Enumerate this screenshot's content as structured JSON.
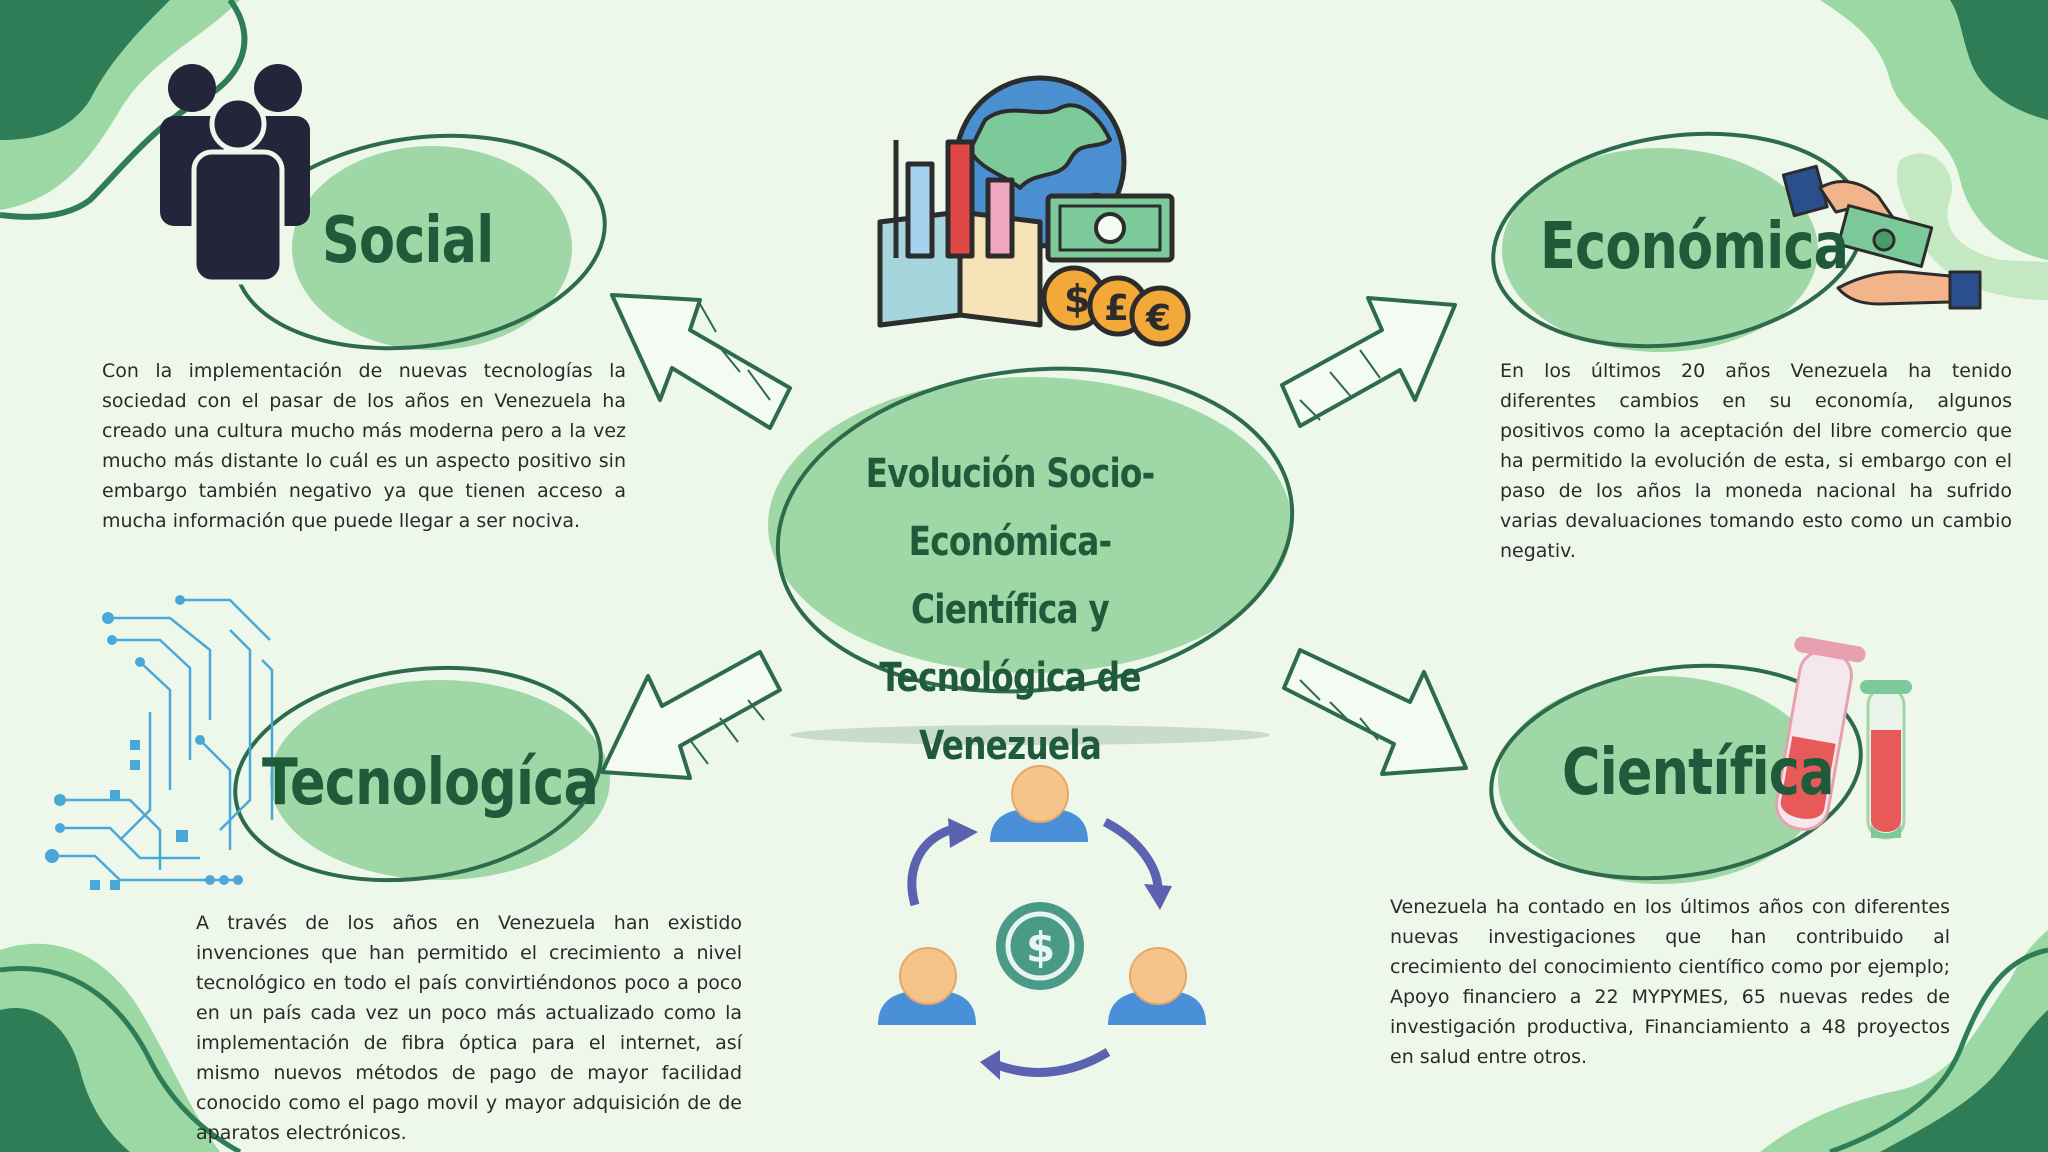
{
  "center": {
    "title_lines": [
      "Evolución Socio-",
      "Económica- Científica y",
      "Tecnológica de Venezuela"
    ]
  },
  "social": {
    "heading": "Social",
    "text": "Con la implementación de nuevas tecnologías la sociedad con el pasar de los años en Venezuela ha creado una cultura mucho más moderna pero a la vez mucho más distante lo cuál es un aspecto positivo sin embargo también negativo ya que tienen acceso a mucha información que puede llegar a ser nociva."
  },
  "economica": {
    "heading": "Económica",
    "text": "En los últimos 20 años Venezuela ha tenido diferentes cambios en su economía, algunos positivos como la aceptación del libre comercio que ha permitido la evolución de esta, si embargo con el paso de los años la moneda nacional ha sufrido varias devaluaciones tomando esto como un cambio negativ."
  },
  "tecnologica": {
    "heading": "Tecnologíca",
    "text": "A través de los años en Venezuela han existido invenciones que han permitido el crecimiento a nivel tecnológico en todo el país convirtiéndonos poco a poco en un país cada vez un poco más actualizado como la implementación de fibra óptica para el internet, así mismo nuevos métodos de pago de mayor facilidad conocido como el pago movil y mayor adquisición de de aparatos electrónicos."
  },
  "cientifica": {
    "heading": "Científica",
    "text": "Venezuela ha contado en los últimos años con diferentes nuevas investigaciones que han contribuido al crecimiento del conocimiento científico como por ejemplo; Apoyo financiero a 22 MYPYMES, 65 nuevas redes de investigación productiva, Financiamiento a 48 proyectos en salud entre otros."
  },
  "icons": [
    "people-icon",
    "globe-chart-money-icon",
    "money-exchange-hands-icon",
    "circuit-board-icon",
    "people-cycle-dollar-icon",
    "test-tubes-icon"
  ],
  "colors": {
    "background": "#eef8ea",
    "ellipse_fill": "#9fd8a6",
    "outline": "#2d6b4c",
    "heading": "#1f5a3a",
    "dark_green_blob": "#2e7d57",
    "light_green_blob": "#8fd19a"
  }
}
